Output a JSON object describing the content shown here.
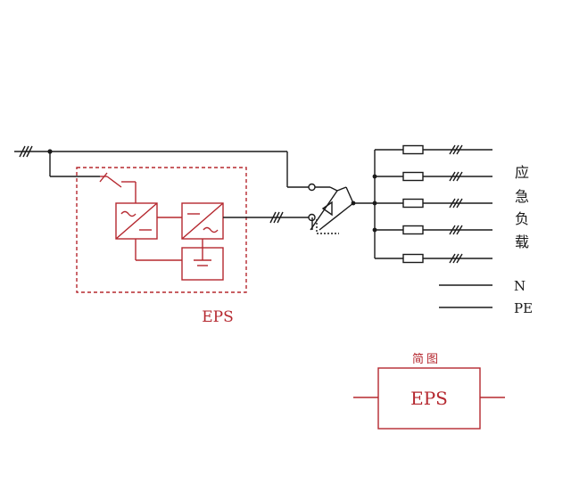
{
  "colors": {
    "line": "#1a1a1a",
    "eps": "#b5282f"
  },
  "labels": {
    "eps_main": "EPS",
    "load_chars": [
      "应",
      "急",
      "负",
      "载"
    ],
    "neutral": "N",
    "protective_earth": "PE",
    "simple_diagram_title": "简图",
    "eps_box": "EPS"
  }
}
